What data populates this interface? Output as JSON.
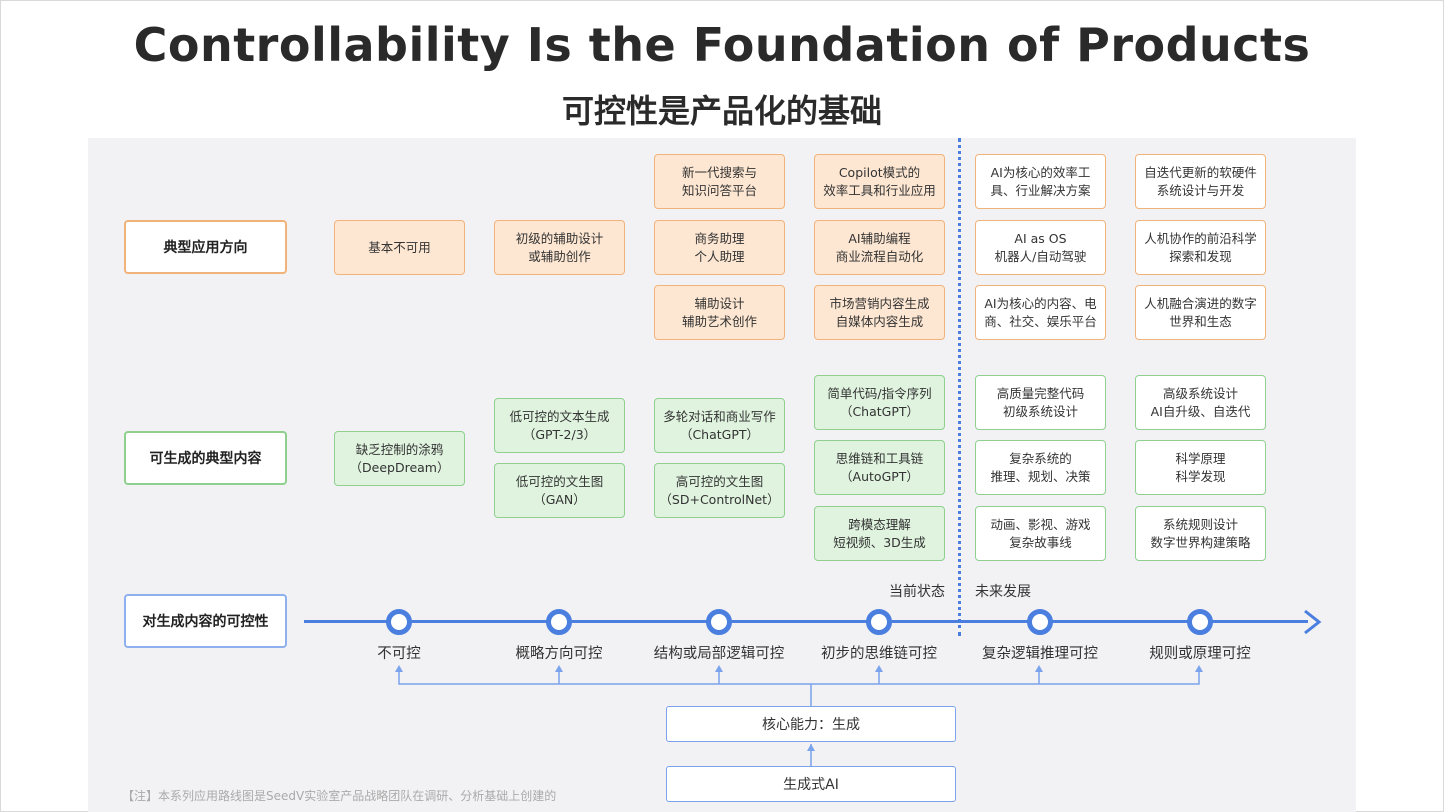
{
  "title": "Controllability Is the Foundation of Products",
  "subtitle": "可控性是产品化的基础",
  "row_labels": {
    "applications": "典型应用方向",
    "content": "可生成的典型内容",
    "controllability": "对生成内容的可控性"
  },
  "applications": {
    "col1": [
      "基本不可用"
    ],
    "col2": [
      "初级的辅助设计\n或辅助创作"
    ],
    "col3": [
      "新一代搜索与\n知识问答平台",
      "商务助理\n个人助理",
      "辅助设计\n辅助艺术创作"
    ],
    "col4": [
      "Copilot模式的\n效率工具和行业应用",
      "AI辅助编程\n商业流程自动化",
      "市场营销内容生成\n自媒体内容生成"
    ],
    "col5": [
      "AI为核心的效率工\n具、行业解决方案",
      "AI as OS\n机器人/自动驾驶",
      "AI为核心的内容、电\n商、社交、娱乐平台"
    ],
    "col6": [
      "自迭代更新的软硬件\n系统设计与开发",
      "人机协作的前沿科学\n探索和发现",
      "人机融合演进的数字\n世界和生态"
    ]
  },
  "content": {
    "col1": [
      "缺乏控制的涂鸦\n（DeepDream）"
    ],
    "col2": [
      "低可控的文本生成\n（GPT-2/3）",
      "低可控的文生图\n（GAN）"
    ],
    "col3": [
      "多轮对话和商业写作\n（ChatGPT）",
      "高可控的文生图\n（SD+ControlNet）"
    ],
    "col4": [
      "简单代码/指令序列\n（ChatGPT）",
      "思维链和工具链\n（AutoGPT）",
      "跨模态理解\n短视频、3D生成"
    ],
    "col5": [
      "高质量完整代码\n初级系统设计",
      "复杂系统的\n推理、规划、决策",
      "动画、影视、游戏\n复杂故事线"
    ],
    "col6": [
      "高级系统设计\nAI自升级、自迭代",
      "科学原理\n科学发现",
      "系统规则设计\n数字世界构建策略"
    ]
  },
  "state": {
    "current": "当前状态",
    "future": "未来发展"
  },
  "axis_nodes": [
    "不可控",
    "概略方向可控",
    "结构或局部逻辑可控",
    "初步的思维链可控",
    "复杂逻辑推理可控",
    "规则或原理可控"
  ],
  "core": {
    "capability": "核心能力：生成",
    "base": "生成式AI"
  },
  "note": "【注】本系列应用路线图是SeedV实验室产品战略团队在调研、分析基础上创建的",
  "colors": {
    "accent_blue": "#4a7fe0",
    "orange_border": "#f2b37a",
    "green_border": "#8fd08f",
    "orange_fill": "#fde7d2",
    "green_fill": "#dff3df"
  }
}
